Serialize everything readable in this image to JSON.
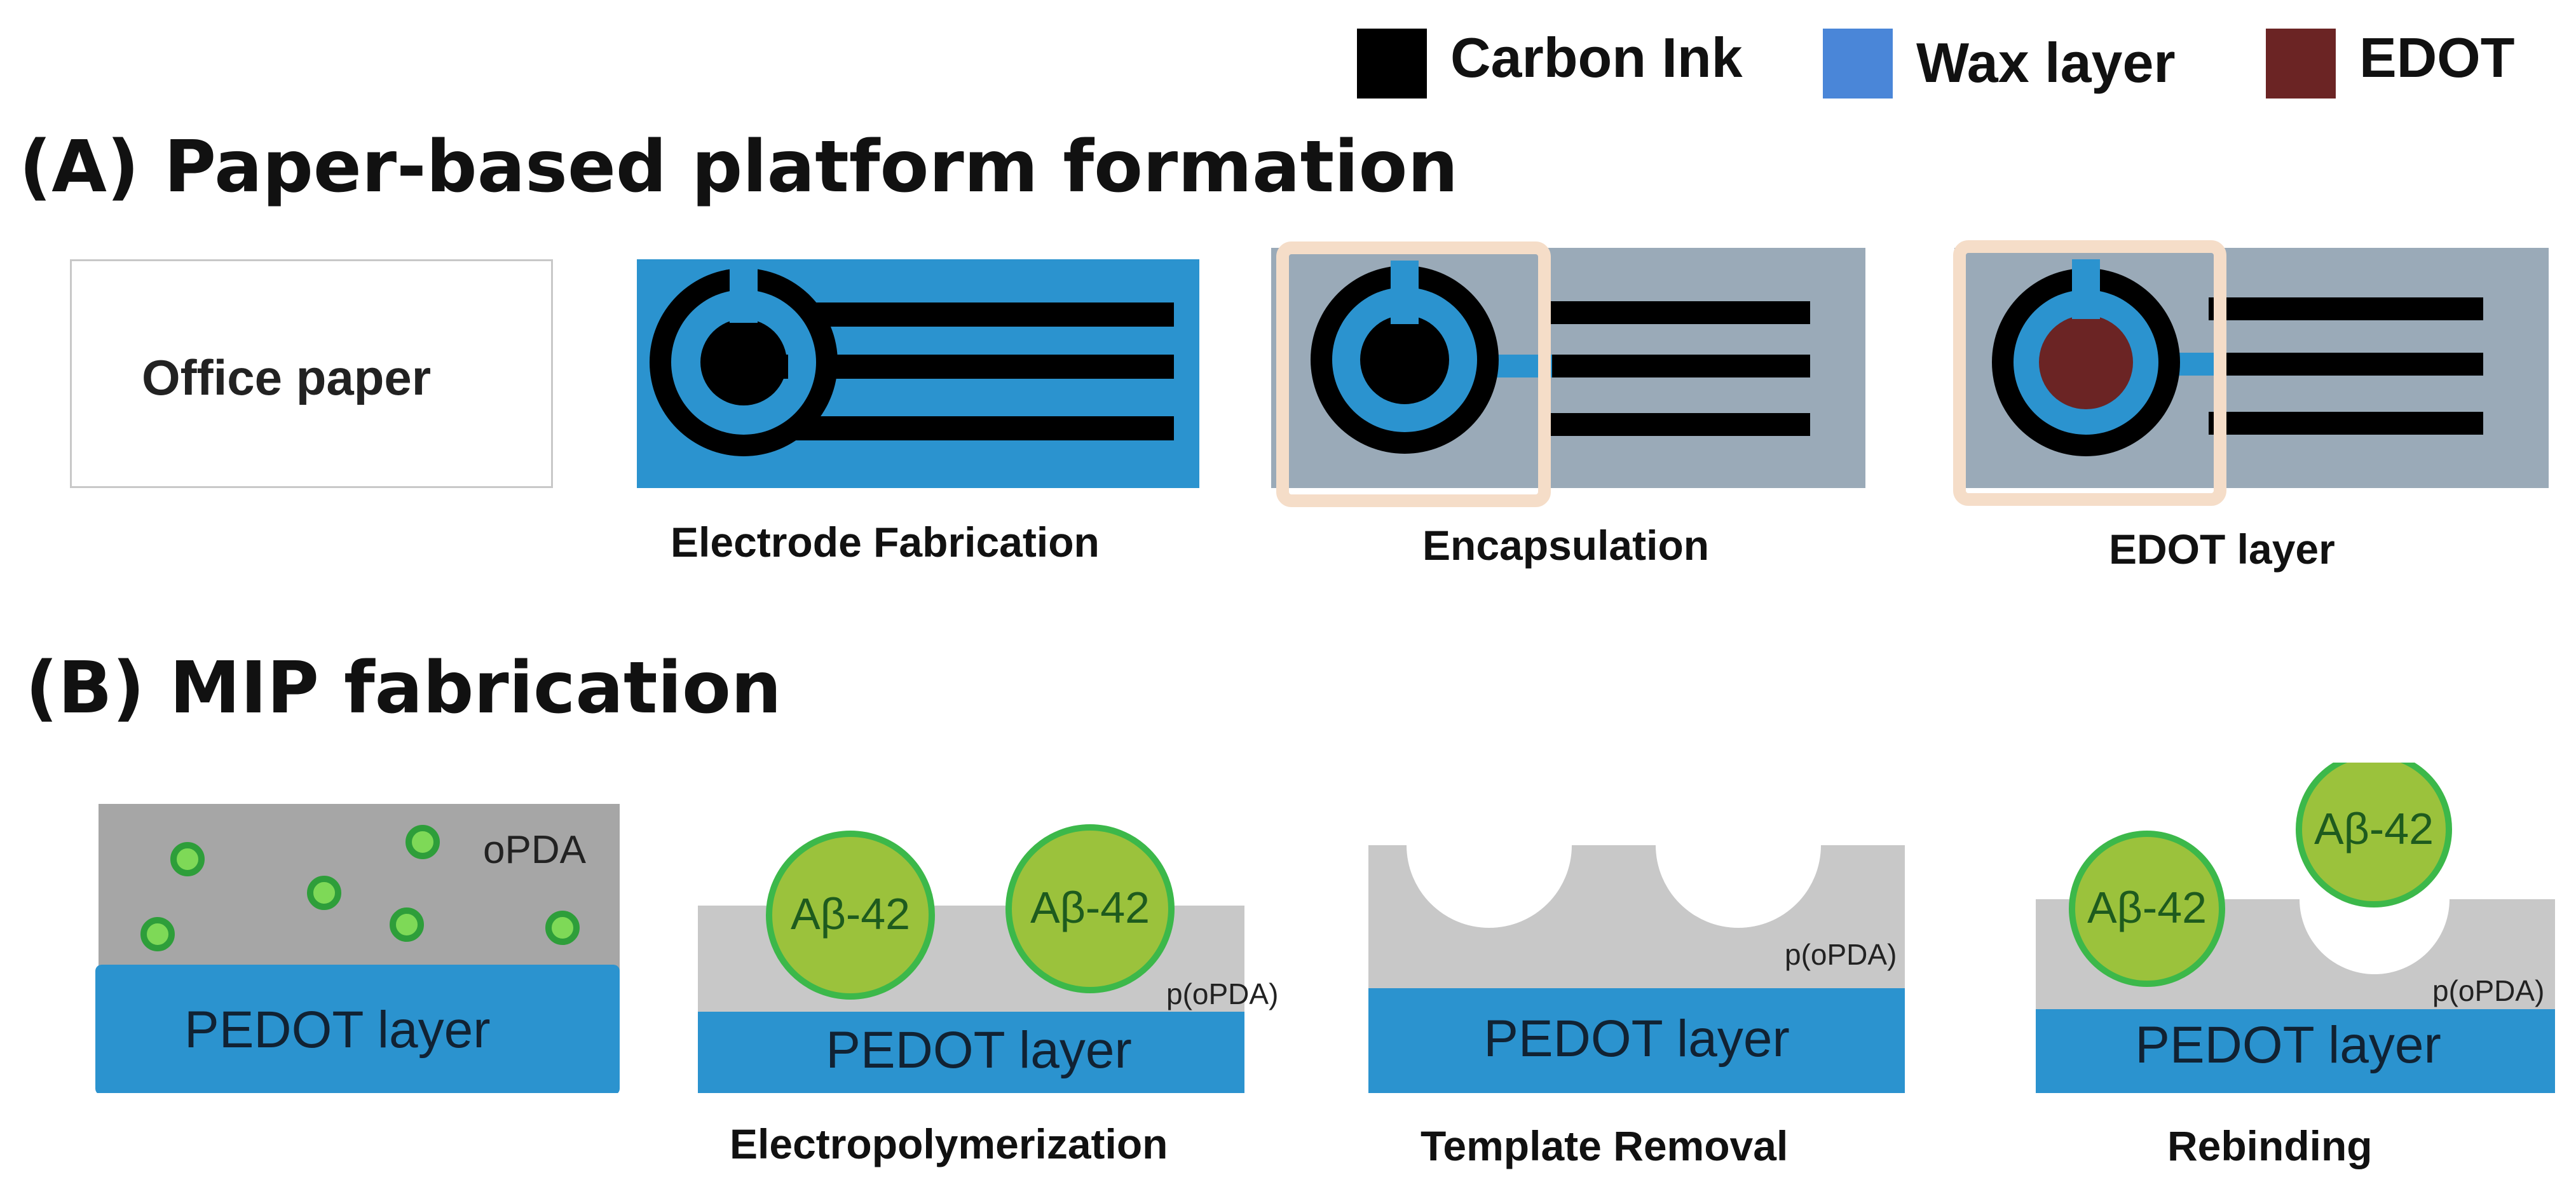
{
  "legend": [
    {
      "label": "Carbon Ink",
      "color": "#000000"
    },
    {
      "label": "Wax layer",
      "color": "#4a86d8"
    },
    {
      "label": "EDOT",
      "color": "#6b2424"
    }
  ],
  "section_a": {
    "title": "(A) Paper-based platform formation",
    "paper_label": "Office paper",
    "captions": [
      "Electrode Fabrication",
      "Encapsulation",
      "EDOT layer"
    ]
  },
  "section_b": {
    "title": "(B) MIP fabrication",
    "monomer_label": "oPDA",
    "polymer_label": "p(oPDA)",
    "pedot_label": "PEDOT layer",
    "analyte_label": "Aβ-42",
    "captions": [
      "Electropolymerization",
      "Template Removal",
      "Rebinding"
    ]
  },
  "colors": {
    "electrode_blue": "#2b93cf",
    "encapsulation_gray": "#9aaab8",
    "frame_peach": "#f5ddc8",
    "pedot_blue": "#2b93cf",
    "polymer_gray": "#c8c8c8",
    "monomer_gray": "#a6a6a6",
    "monomer_dot": "#7ed957",
    "analyte_fill": "#9bc23c",
    "analyte_stroke": "#3cb84a"
  }
}
